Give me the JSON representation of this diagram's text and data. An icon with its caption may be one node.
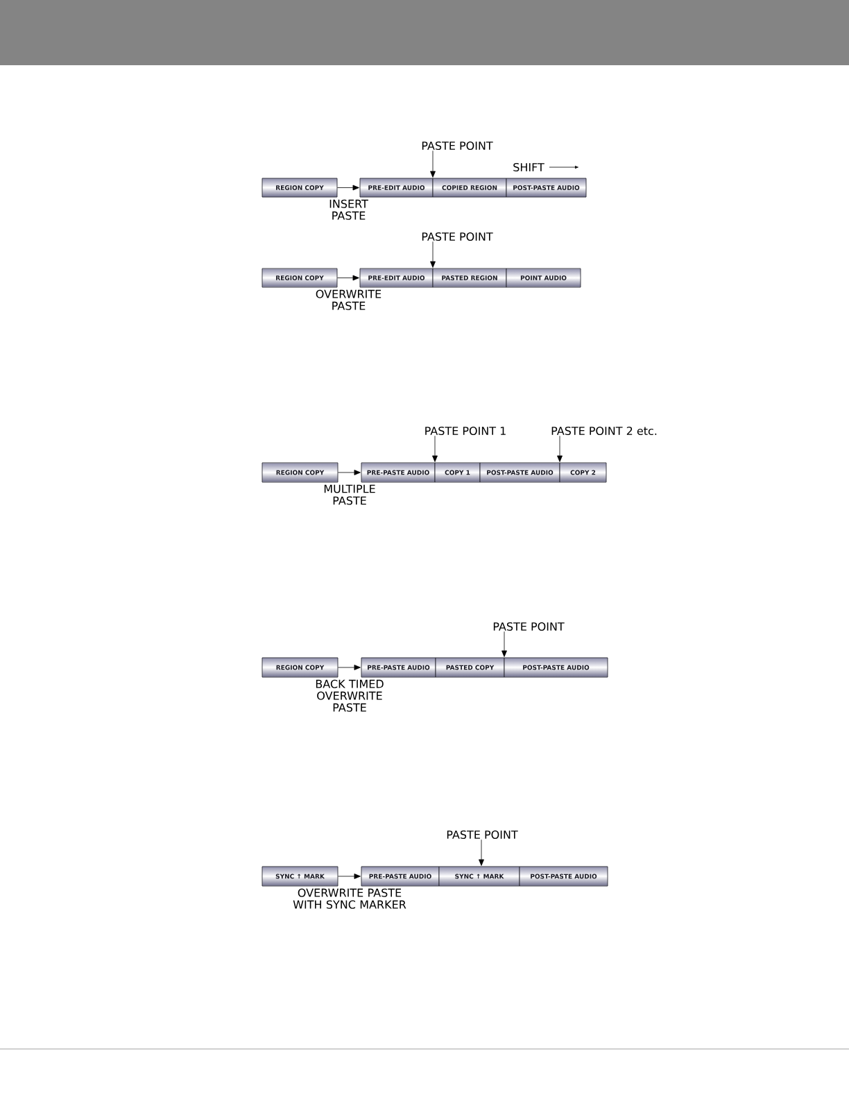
{
  "diagram": {
    "nodes": [
      {
        "text": [
          "PASTE POINT"
        ]
      },
      {
        "text": [
          "REGION COPY"
        ]
      },
      {
        "text": [
          "PRE-EDIT AUDIO"
        ]
      },
      {
        "text": [
          "COPIED REGION"
        ]
      },
      {
        "text": [
          "POST-PASTE AUDIO"
        ]
      },
      {
        "text": [
          "PASTE POINT"
        ]
      },
      {
        "text": [
          "REGION COPY"
        ]
      },
      {
        "text": [
          "PRE-EDIT AUDIO"
        ]
      },
      {
        "text": [
          "PASTED REGION"
        ]
      },
      {
        "text": [
          "POINT AUDIO"
        ]
      },
      {
        "text": [
          "PASTE POINT 1"
        ]
      },
      {
        "text": [
          "PASTE POINT 2 etc."
        ]
      },
      {
        "text": [
          "REGION COPY"
        ]
      },
      {
        "text": [
          "PRE-PASTE AUDIO"
        ]
      },
      {
        "text": [
          "COPY 1"
        ]
      },
      {
        "text": [
          "POST-PASTE AUDIO"
        ]
      },
      {
        "text": [
          "COPY 2"
        ]
      },
      {
        "text": [
          "PASTE POINT"
        ]
      },
      {
        "text": [
          "REGION COPY"
        ]
      },
      {
        "text": [
          "PRE-PASTE AUDIO"
        ]
      },
      {
        "text": [
          "PASTED COPY"
        ]
      },
      {
        "text": [
          "POST-PASTE AUDIO"
        ]
      },
      {
        "text": [
          "PASTE POINT"
        ]
      },
      {
        "text": [
          "SYNC ↑ MARK"
        ]
      },
      {
        "text": [
          "PRE-PASTE AUDIO"
        ]
      },
      {
        "text": [
          "SYNC ↑ MARK"
        ]
      },
      {
        "text": [
          "POST-PASTE AUDIO"
        ]
      }
    ],
    "edges": [
      {
        "from": 0,
        "to": 2,
        "arrow": "to"
      },
      {
        "from": 1,
        "to": 2,
        "arrow": "to",
        "label": "INSERT PASTE"
      },
      {
        "from": 5,
        "to": 7,
        "arrow": "to"
      },
      {
        "from": 6,
        "to": 7,
        "arrow": "to",
        "label": "OVERWRITE PASTE"
      },
      {
        "from": 10,
        "to": 14,
        "arrow": "to"
      },
      {
        "from": 11,
        "to": 16,
        "arrow": "to"
      },
      {
        "from": 12,
        "to": 13,
        "arrow": "to",
        "label": "MULTIPLE PASTE"
      },
      {
        "from": 17,
        "to": 20,
        "arrow": "to"
      },
      {
        "from": 18,
        "to": 19,
        "arrow": "to",
        "label": "BACK TIMED OVERWRITE PASTE"
      },
      {
        "from": 22,
        "to": 25,
        "arrow": "to"
      },
      {
        "from": 23,
        "to": 24,
        "arrow": "to",
        "label": "OVERWRITE PASTE WITH SYNC MARKER"
      }
    ],
    "labels": [
      "SHIFT"
    ]
  }
}
